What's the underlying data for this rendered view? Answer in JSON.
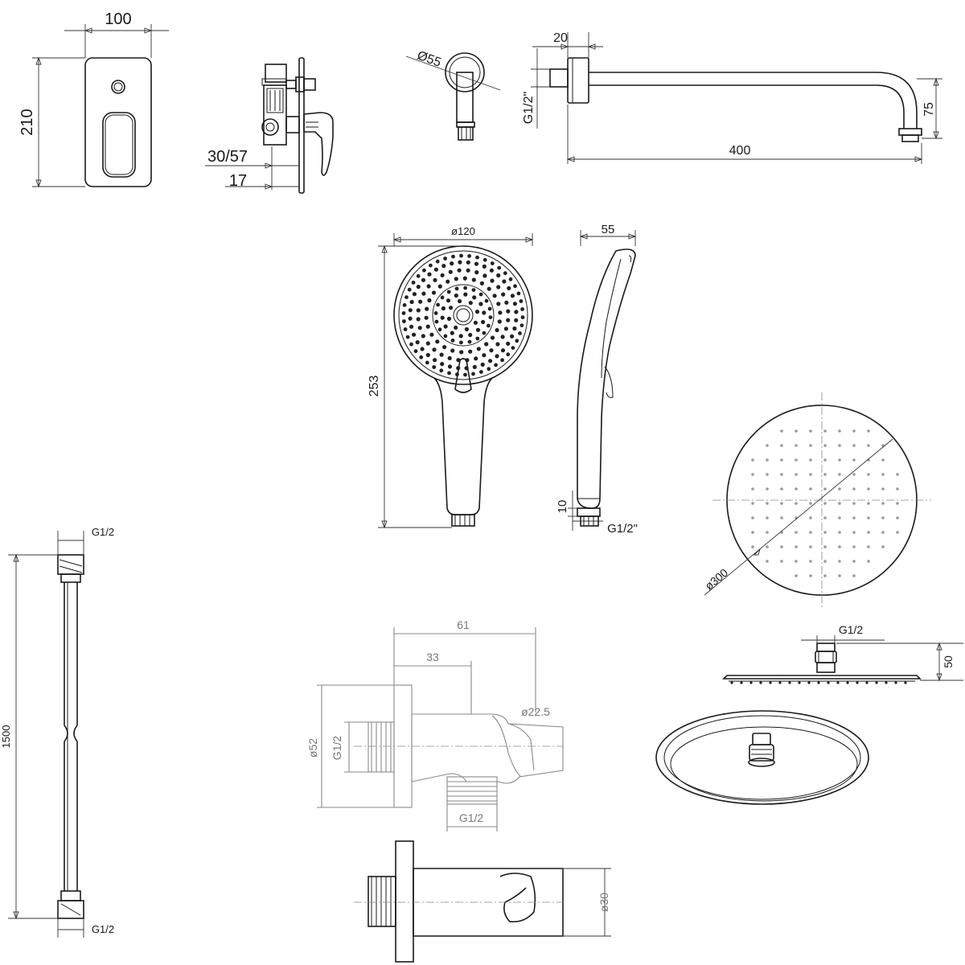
{
  "dimensions": {
    "panel_width": "100",
    "panel_height": "210",
    "body_depth": "30/57",
    "body_offset": "17",
    "arm_dia": "Ø55",
    "arm_thread": "G1/2\"",
    "arm_flange": "20",
    "arm_length": "400",
    "arm_drop": "75",
    "hand_dia": "ø120",
    "hand_height": "253",
    "hand_depth": "55",
    "hand_tip": "10",
    "hand_thread": "G1/2\"",
    "head_dia": "ø300",
    "head_thread": "G1/2",
    "head_height": "50",
    "hose_length": "1500",
    "hose_thread_top": "G1/2",
    "hose_thread_bottom": "G1/2",
    "outlet_total": "61",
    "outlet_mid": "33",
    "outlet_holder_dia": "ø22.5",
    "outlet_flange_dia": "ø52",
    "outlet_thread_in": "G1/2",
    "outlet_thread_out": "G1/2",
    "holder_dia": "ø30"
  },
  "colors": {
    "line": "#1a1a1a",
    "dimension": "#333333",
    "light": "#8a8a8a"
  }
}
